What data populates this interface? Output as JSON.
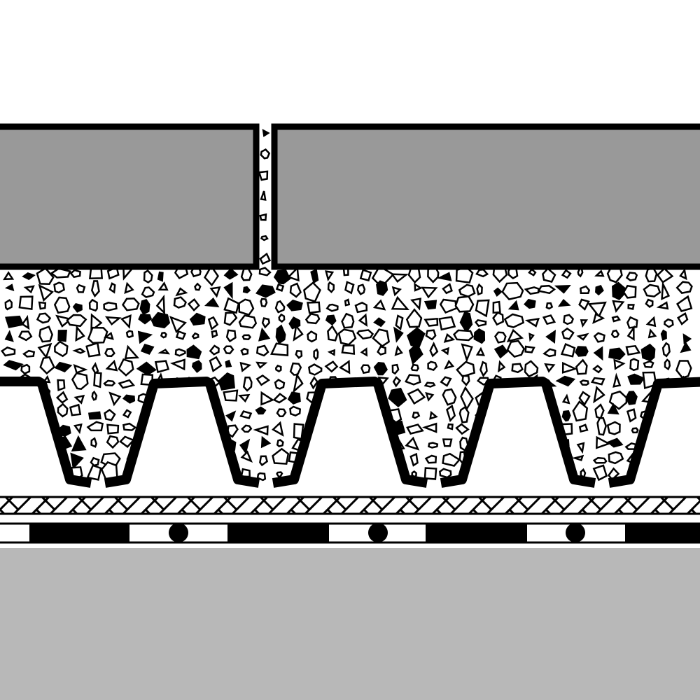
{
  "colors": {
    "slab_fill": "#999999",
    "ground_fill": "#b8b8b8",
    "line": "#000000",
    "background": "#ffffff"
  },
  "layers": [
    {
      "name": "paving-slabs",
      "count": 2
    },
    {
      "name": "gravel-bedding"
    },
    {
      "name": "corrugated-deck",
      "troughs": 4
    },
    {
      "name": "cross-hatched-membrane"
    },
    {
      "name": "segmented-insulation-strip",
      "dots": 3
    },
    {
      "name": "ground-base"
    }
  ]
}
